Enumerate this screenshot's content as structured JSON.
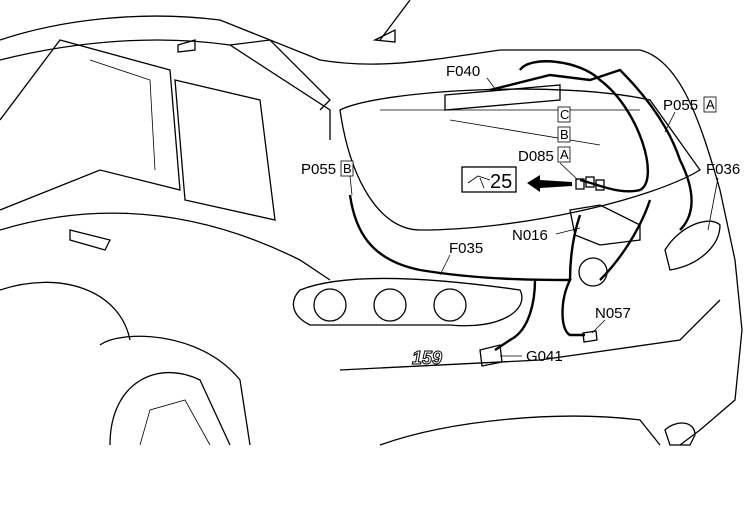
{
  "diagram": {
    "labels": {
      "f040": "F040",
      "p055a_code": "P055",
      "p055a_suffix": "A",
      "connector_c": "C",
      "connector_b": "B",
      "d085_code": "D085",
      "d085_suffix": "A",
      "f036": "F036",
      "p055b_code": "P055",
      "p055b_suffix": "B",
      "ref_25": "25",
      "n016": "N016",
      "f035": "F035",
      "n057": "N057",
      "g041": "G041"
    },
    "car_badge": "159"
  }
}
